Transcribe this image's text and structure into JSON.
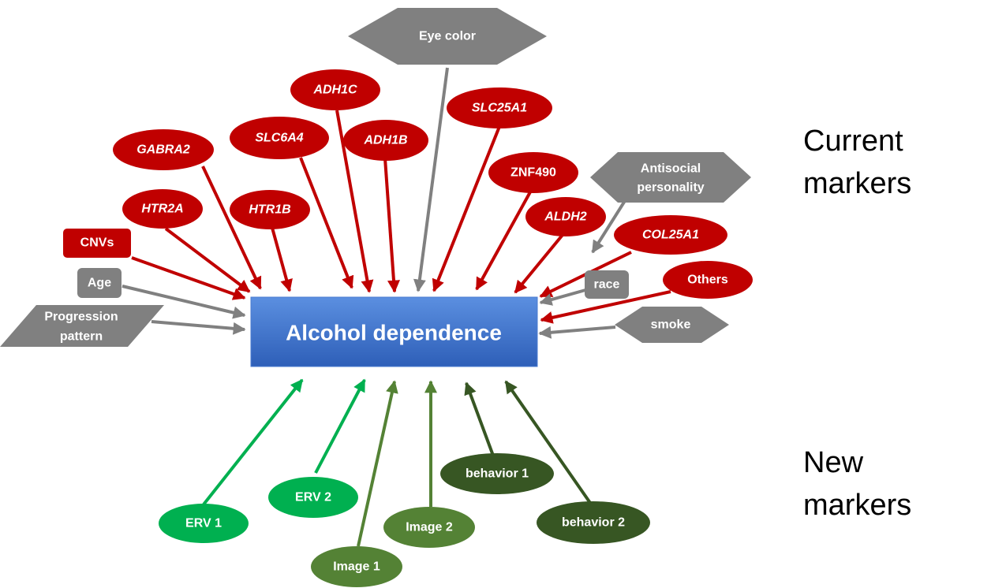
{
  "center": {
    "label": "Alcohol dependence"
  },
  "categories": {
    "current": {
      "line1": "Current",
      "line2": "markers"
    },
    "new": {
      "line1": "New",
      "line2": "markers"
    }
  },
  "colors": {
    "gene": "#c00000",
    "grey": "#808080",
    "erv": "#00b050",
    "image": "#548235",
    "behavior": "#375623",
    "center_top": "#5b8fe0",
    "center_bottom": "#2e5fb8"
  },
  "nodes": {
    "eye_color": "Eye color",
    "adh1c": "ADH1C",
    "slc25a1": "SLC25A1",
    "slc6a4": "SLC6A4",
    "adh1b": "ADH1B",
    "gabra2": "GABRA2",
    "znf490": "ZNF490",
    "antisocial_line1": "Antisocial",
    "antisocial_line2": "personality",
    "htr2a": "HTR2A",
    "htr1b": "HTR1B",
    "aldh2": "ALDH2",
    "col25a1": "COL25A1",
    "cnvs": "CNVs",
    "age": "Age",
    "race": "race",
    "others": "Others",
    "progression_line1": "Progression",
    "progression_line2": "pattern",
    "smoke": "smoke",
    "erv1": "ERV 1",
    "erv2": "ERV 2",
    "image1": "Image 1",
    "image2": "Image 2",
    "behavior1": "behavior 1",
    "behavior2": "behavior 2"
  }
}
